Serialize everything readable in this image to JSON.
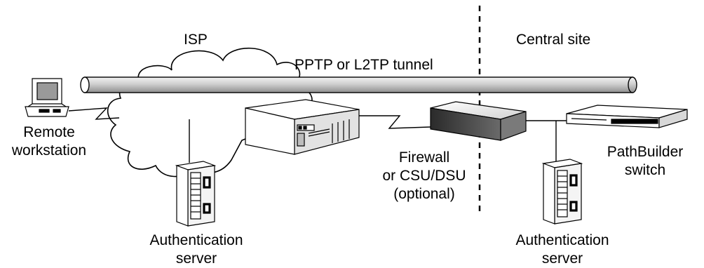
{
  "labels": {
    "isp": "ISP",
    "central_site": "Central site",
    "tunnel": "PPTP or L2TP tunnel",
    "remote_workstation": [
      "Remote",
      "workstation"
    ],
    "firewall": [
      "Firewall",
      "or CSU/DSU",
      "(optional)"
    ],
    "pathbuilder": [
      "PathBuilder",
      "switch"
    ],
    "auth_server_isp": [
      "Authentication",
      "server"
    ],
    "auth_server_central": [
      "Authentication",
      "server"
    ]
  }
}
